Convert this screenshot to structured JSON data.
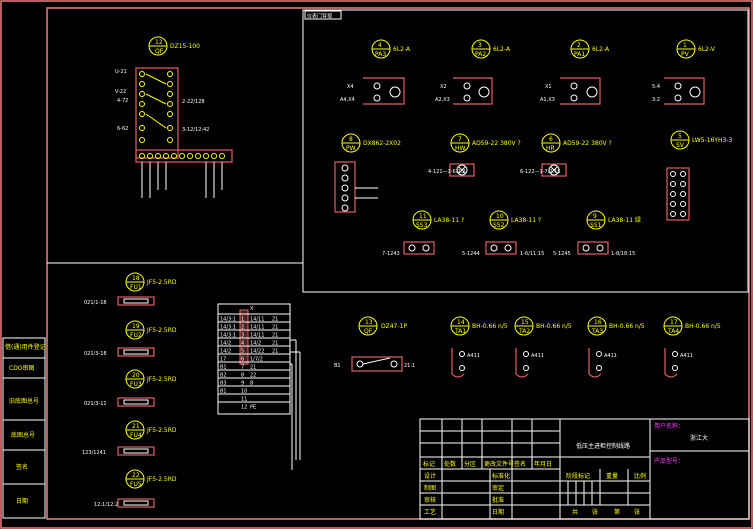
{
  "drawing": {
    "panel_label": "仪表门背视",
    "colors": {
      "frame": "#f08080",
      "line": "#ffffff",
      "symbol": "#ffff00",
      "text_cyan": "#00ffff",
      "text_magenta": "#ff40ff",
      "background": "#000000"
    }
  },
  "devices": [
    {
      "id": "12",
      "code": "QF",
      "model": "DZ15-100"
    },
    {
      "id": "4",
      "code": "PA3",
      "model": "6L2-A"
    },
    {
      "id": "3",
      "code": "PA2",
      "model": "6L2-A"
    },
    {
      "id": "2",
      "code": "PA1",
      "model": "6L2-A"
    },
    {
      "id": "1",
      "code": "PV",
      "model": "6L2-V"
    },
    {
      "id": "8",
      "code": "PW",
      "model": "DX862-2X02"
    },
    {
      "id": "7",
      "code": "HW",
      "model": "AD59-22 380V ?"
    },
    {
      "id": "6",
      "code": "HR",
      "model": "AD59-22 380V ?"
    },
    {
      "id": "5",
      "code": "SV",
      "model": "LW5-16YH3-3"
    },
    {
      "id": "11",
      "code": "SS3",
      "model": "LA38-11 ?"
    },
    {
      "id": "10",
      "code": "SS2",
      "model": "LA38-11 ?"
    },
    {
      "id": "9",
      "code": "SS1",
      "model": "LA38-11 绿"
    },
    {
      "id": "18",
      "code": "FU1",
      "model": "JF5-2.5RD"
    },
    {
      "id": "19",
      "code": "FU2",
      "model": "JF5-2.5RD"
    },
    {
      "id": "20",
      "code": "FU3",
      "model": "JF5-2.5RD"
    },
    {
      "id": "21",
      "code": "FU4",
      "model": "JF5-2.5RD"
    },
    {
      "id": "22",
      "code": "FU5",
      "model": "JF5-2.5RD"
    },
    {
      "id": "13",
      "code": "QF",
      "model": "DZ47-1P"
    },
    {
      "id": "14",
      "code": "TA1",
      "model": "BH-0.66 n/5"
    },
    {
      "id": "15",
      "code": "TA2",
      "model": "BH-0.66 n/5"
    },
    {
      "id": "16",
      "code": "TA3",
      "model": "BH-0.66 n/5"
    },
    {
      "id": "17",
      "code": "TA4",
      "model": "BH-0.66 n/5"
    }
  ],
  "wiring_labels": {
    "qf_left": [
      "U-21",
      "V-22",
      "4-72",
      "6-62"
    ],
    "qf_right": [
      "2-22/128",
      "3-12/12:42"
    ],
    "pa3": [
      "X4",
      "A4,X4"
    ],
    "pa2": [
      "X2",
      "A2,X3"
    ],
    "pa1": [
      "X1",
      "A1,X3"
    ],
    "pv": [
      "5:4",
      "3:2"
    ],
    "hw": "4-121—1-6/2:2",
    "hr": "6-122—1-7/2:15",
    "ss": [
      "7-1243",
      "5-1244",
      "1-6/11:15",
      "5-1245",
      "1-8/18:15"
    ],
    "fu": [
      "021/1-18",
      "021/3-18",
      "021/3-11",
      "123/1241",
      "12:1/12:2"
    ],
    "qf13": [
      "B1",
      "21:1"
    ],
    "ta": [
      "A411",
      "A411",
      "A411",
      "A411"
    ]
  },
  "side_labels": [
    "借(通)用件登记",
    "CDO审图",
    "旧底图总号",
    "底图总号",
    "签名",
    "日期"
  ],
  "terminal_table": {
    "header": "X",
    "rows": [
      [
        "14/3:1",
        "1",
        "14/11",
        "21"
      ],
      [
        "14/3:1",
        "2",
        "14/11",
        "21"
      ],
      [
        "14/3:1",
        "3",
        "14/11",
        "21"
      ],
      [
        "14/2",
        "4",
        "14/2",
        "21"
      ],
      [
        "14/2",
        "5",
        "14/22",
        "21"
      ],
      [
        "17",
        "6",
        "1/7/2",
        ""
      ],
      [
        "B1",
        "7",
        "21",
        ""
      ],
      [
        "B2",
        "8",
        "22",
        ""
      ],
      [
        "B3",
        "9",
        "8",
        ""
      ],
      [
        "B1",
        "10",
        "",
        ""
      ],
      [
        "",
        "11",
        "",
        ""
      ],
      [
        "",
        "12",
        "PE",
        ""
      ]
    ]
  },
  "title_block": {
    "drawing_name": "低压主进柜控制线路",
    "customer_label": "用户名称：",
    "customer_value": "浙江大",
    "product_label": "产品型号：",
    "revision_headers": [
      "标记",
      "处数",
      "分区",
      "更改文件号",
      "签名",
      "年月日"
    ],
    "roles": [
      "设计",
      "制图",
      "审核",
      "工艺"
    ],
    "roles2": [
      "标准化",
      "审定",
      "批准",
      "日期"
    ],
    "stage_headers": [
      "阶段标记",
      "重量",
      "比例"
    ],
    "sheet_footer": [
      "共",
      "张",
      "第",
      "张"
    ]
  }
}
